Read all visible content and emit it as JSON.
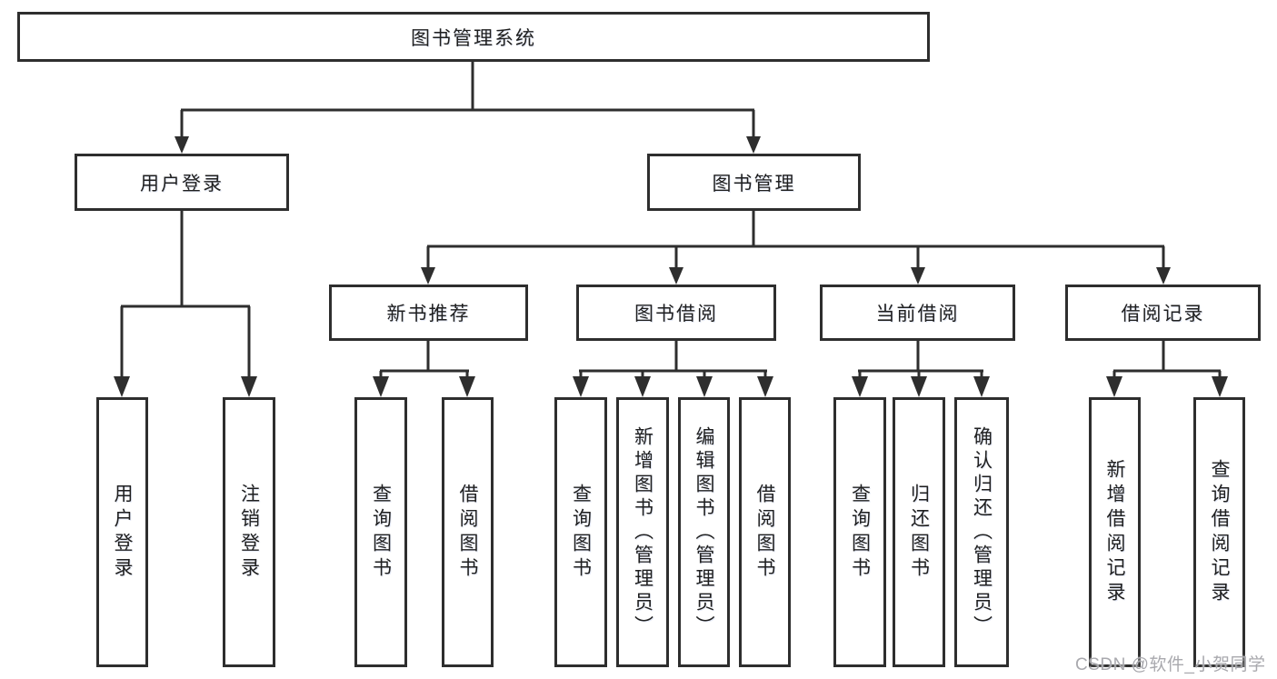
{
  "diagram": {
    "root": {
      "label": "图书管理系统"
    },
    "level2": [
      {
        "label": "用户登录"
      },
      {
        "label": "图书管理"
      }
    ],
    "level3": [
      {
        "label": "新书推荐"
      },
      {
        "label": "图书借阅"
      },
      {
        "label": "当前借阅"
      },
      {
        "label": "借阅记录"
      }
    ],
    "leaves": {
      "user_login_children": [
        {
          "label": "用户登录"
        },
        {
          "label": "注销登录"
        }
      ],
      "new_book_children": [
        {
          "label": "查询图书"
        },
        {
          "label": "借阅图书"
        }
      ],
      "book_borrow_children": [
        {
          "label": "查询图书"
        },
        {
          "label": "新增图书（管理员）"
        },
        {
          "label": "编辑图书（管理员）"
        },
        {
          "label": "借阅图书"
        }
      ],
      "current_borrow_children": [
        {
          "label": "查询图书"
        },
        {
          "label": "归还图书"
        },
        {
          "label": "确认归还（管理员）"
        }
      ],
      "borrow_record_children": [
        {
          "label": "新增借阅记录"
        },
        {
          "label": "查询借阅记录"
        }
      ]
    }
  },
  "watermark": {
    "text": "CSDN @软件_小贺同学"
  },
  "colors": {
    "line": "#2e2e2e",
    "text": "#1f1f1f",
    "watermark": "#a9a9ae",
    "background": "#ffffff"
  }
}
